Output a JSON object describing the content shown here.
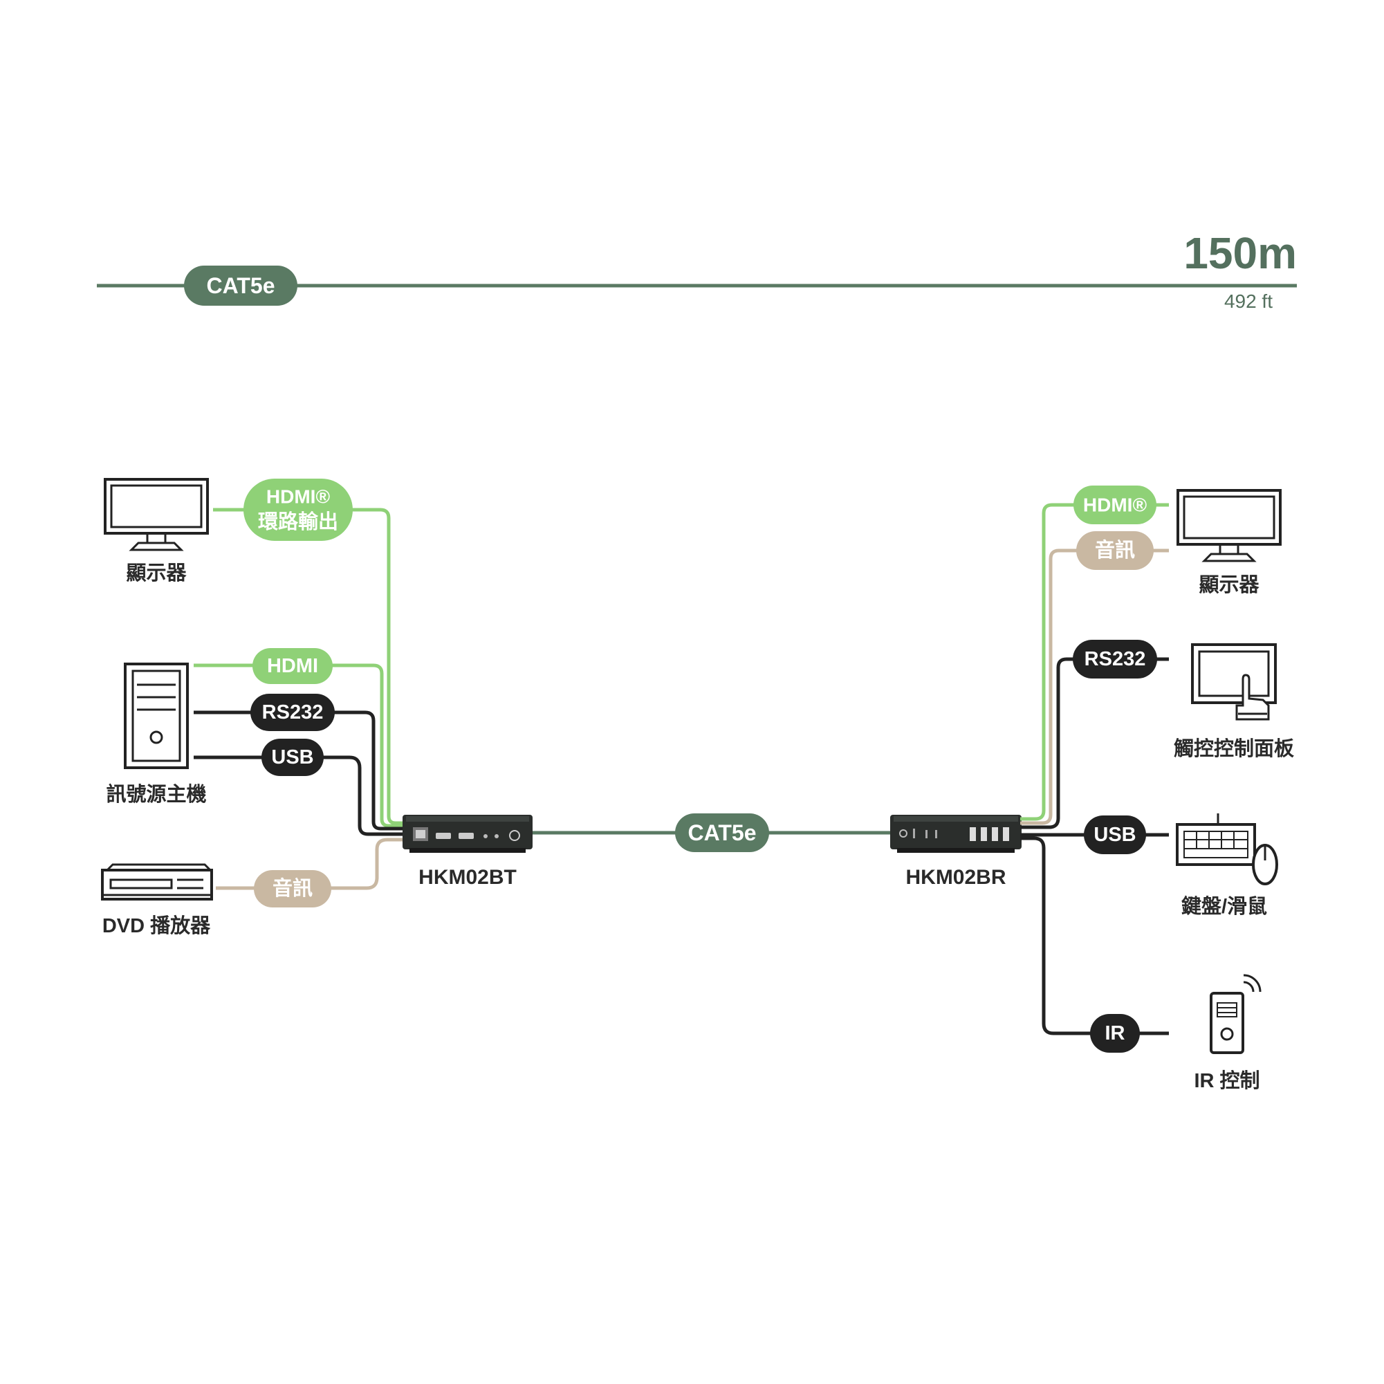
{
  "colors": {
    "cat": "#5a7a63",
    "hdmi": "#8fd177",
    "audio": "#c9b8a2",
    "black": "#222222",
    "text": "#2a2a2a"
  },
  "header": {
    "cable_label": "CAT5e",
    "distance": "150m",
    "distance_ft": "492 ft"
  },
  "link": {
    "cable_label": "CAT5e"
  },
  "transmitter": {
    "model": "HKM02BT",
    "inputs": {
      "hdmi_loop": "HDMI®",
      "hdmi_loop_sub": "環路輸出",
      "hdmi": "HDMI",
      "rs232": "RS232",
      "usb": "USB",
      "audio": "音訊"
    },
    "devices": {
      "display": "顯示器",
      "source": "訊號源主機",
      "dvd": "DVD 播放器"
    }
  },
  "receiver": {
    "model": "HKM02BR",
    "outputs": {
      "hdmi": "HDMI®",
      "audio": "音訊",
      "rs232": "RS232",
      "usb": "USB",
      "ir": "IR"
    },
    "devices": {
      "display": "顯示器",
      "touch_panel": "觸控控制面板",
      "keyboard_mouse": "鍵盤/滑鼠",
      "ir_control": "IR 控制"
    }
  }
}
